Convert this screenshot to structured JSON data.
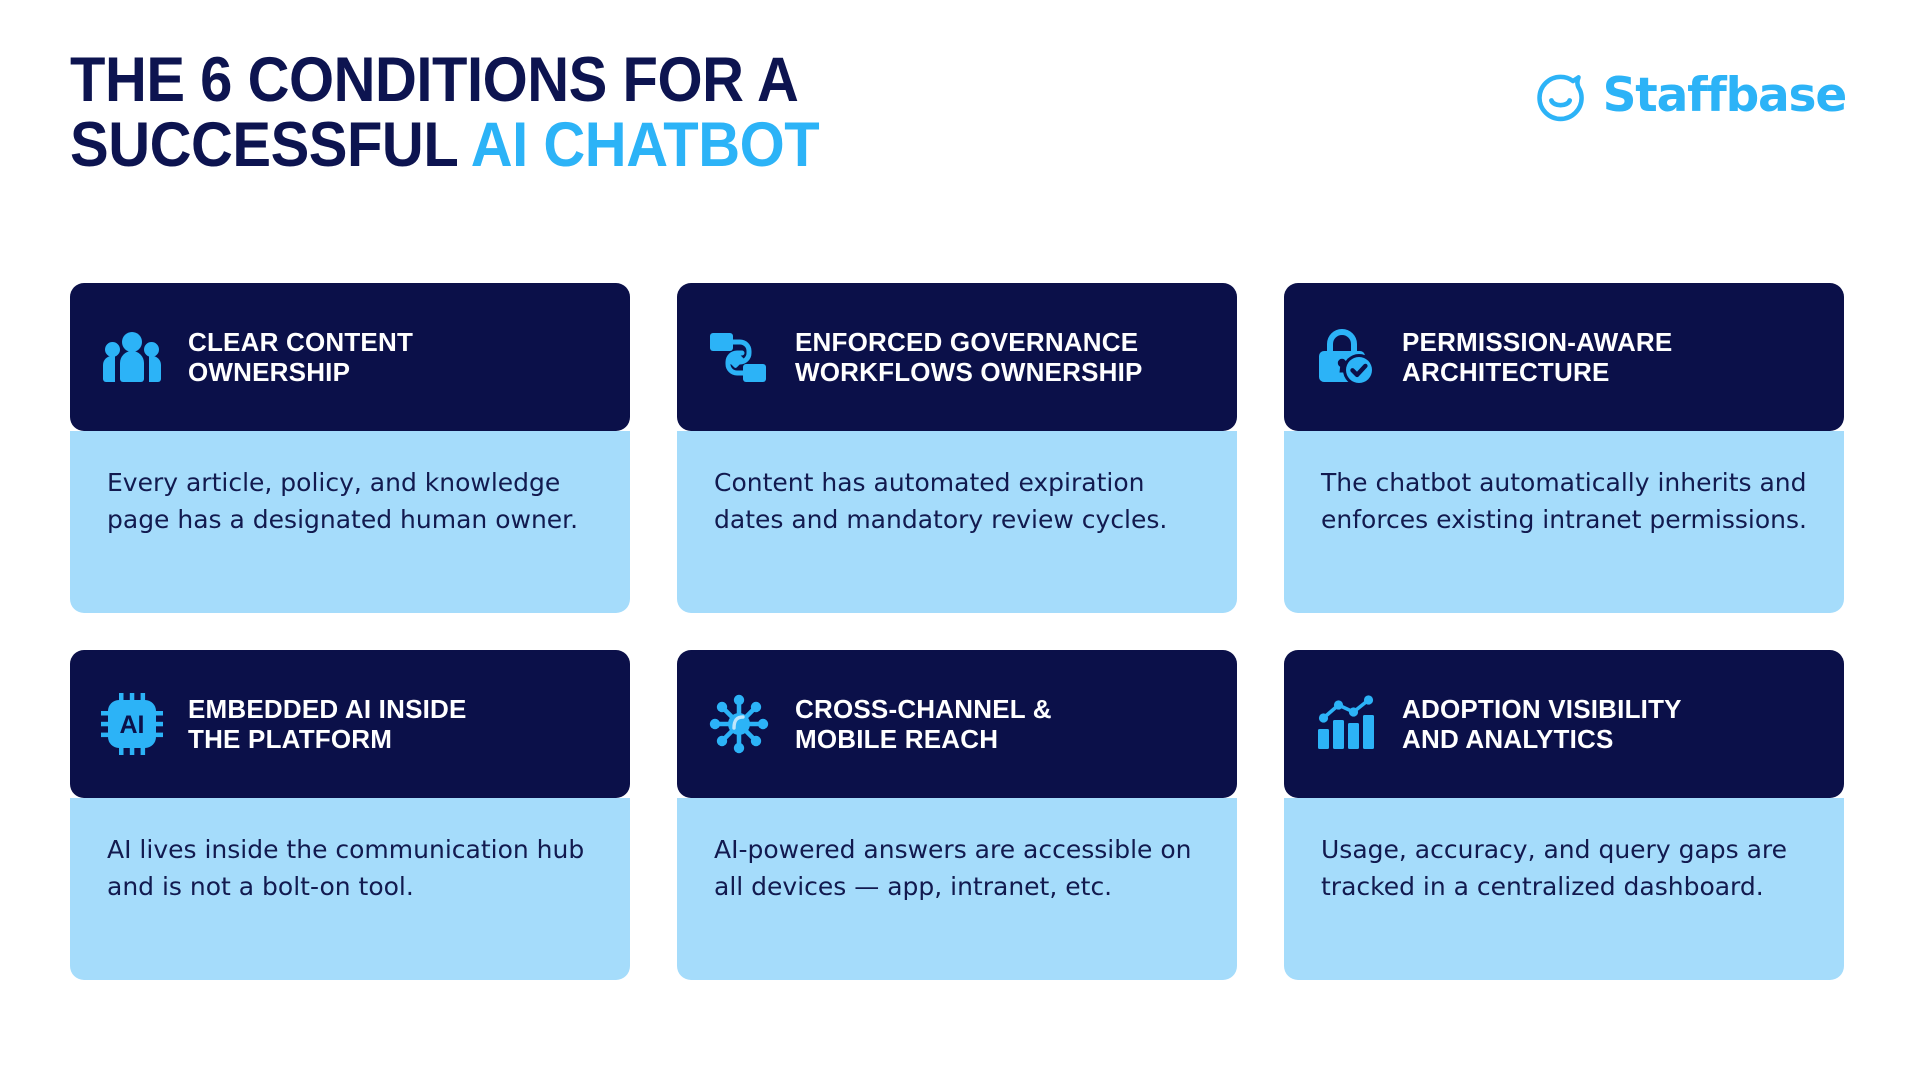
{
  "header": {
    "title_line1": "THE 6 CONDITIONS FOR A",
    "title_line2_prefix": "SUCCESSFUL ",
    "title_accent": "AI CHATBOT",
    "logo_text": "Staffbase",
    "accent_color": "#2cb3f7",
    "navy_color": "#0b1049",
    "light_blue_color": "#a5dcfb"
  },
  "cards": [
    {
      "icon": "people-group-icon",
      "title": "CLEAR CONTENT\nOWNERSHIP",
      "body": "Every article, policy, and knowledge page has a designated human owner."
    },
    {
      "icon": "workflow-nodes-icon",
      "title": "ENFORCED GOVERNANCE\nWORKFLOWS OWNERSHIP",
      "body": "Content has automated expiration dates and mandatory review cycles."
    },
    {
      "icon": "lock-check-icon",
      "title": "PERMISSION-AWARE\nARCHITECTURE",
      "body": "The chatbot automatically inherits and enforces existing intranet permissions."
    },
    {
      "icon": "ai-chip-icon",
      "title": "EMBEDDED AI INSIDE\nTHE  PLATFORM",
      "body": "AI lives inside the communication hub and is not a bolt-on tool."
    },
    {
      "icon": "network-hub-icon",
      "title": "CROSS-CHANNEL &\nMOBILE REACH",
      "body": "AI-powered answers are accessible on all devices — app, intranet, etc."
    },
    {
      "icon": "bar-chart-trend-icon",
      "title": "ADOPTION VISIBILITY\nAND ANALYTICS",
      "body": "Usage,  accuracy, and query gaps are tracked in a centralized dashboard."
    }
  ]
}
